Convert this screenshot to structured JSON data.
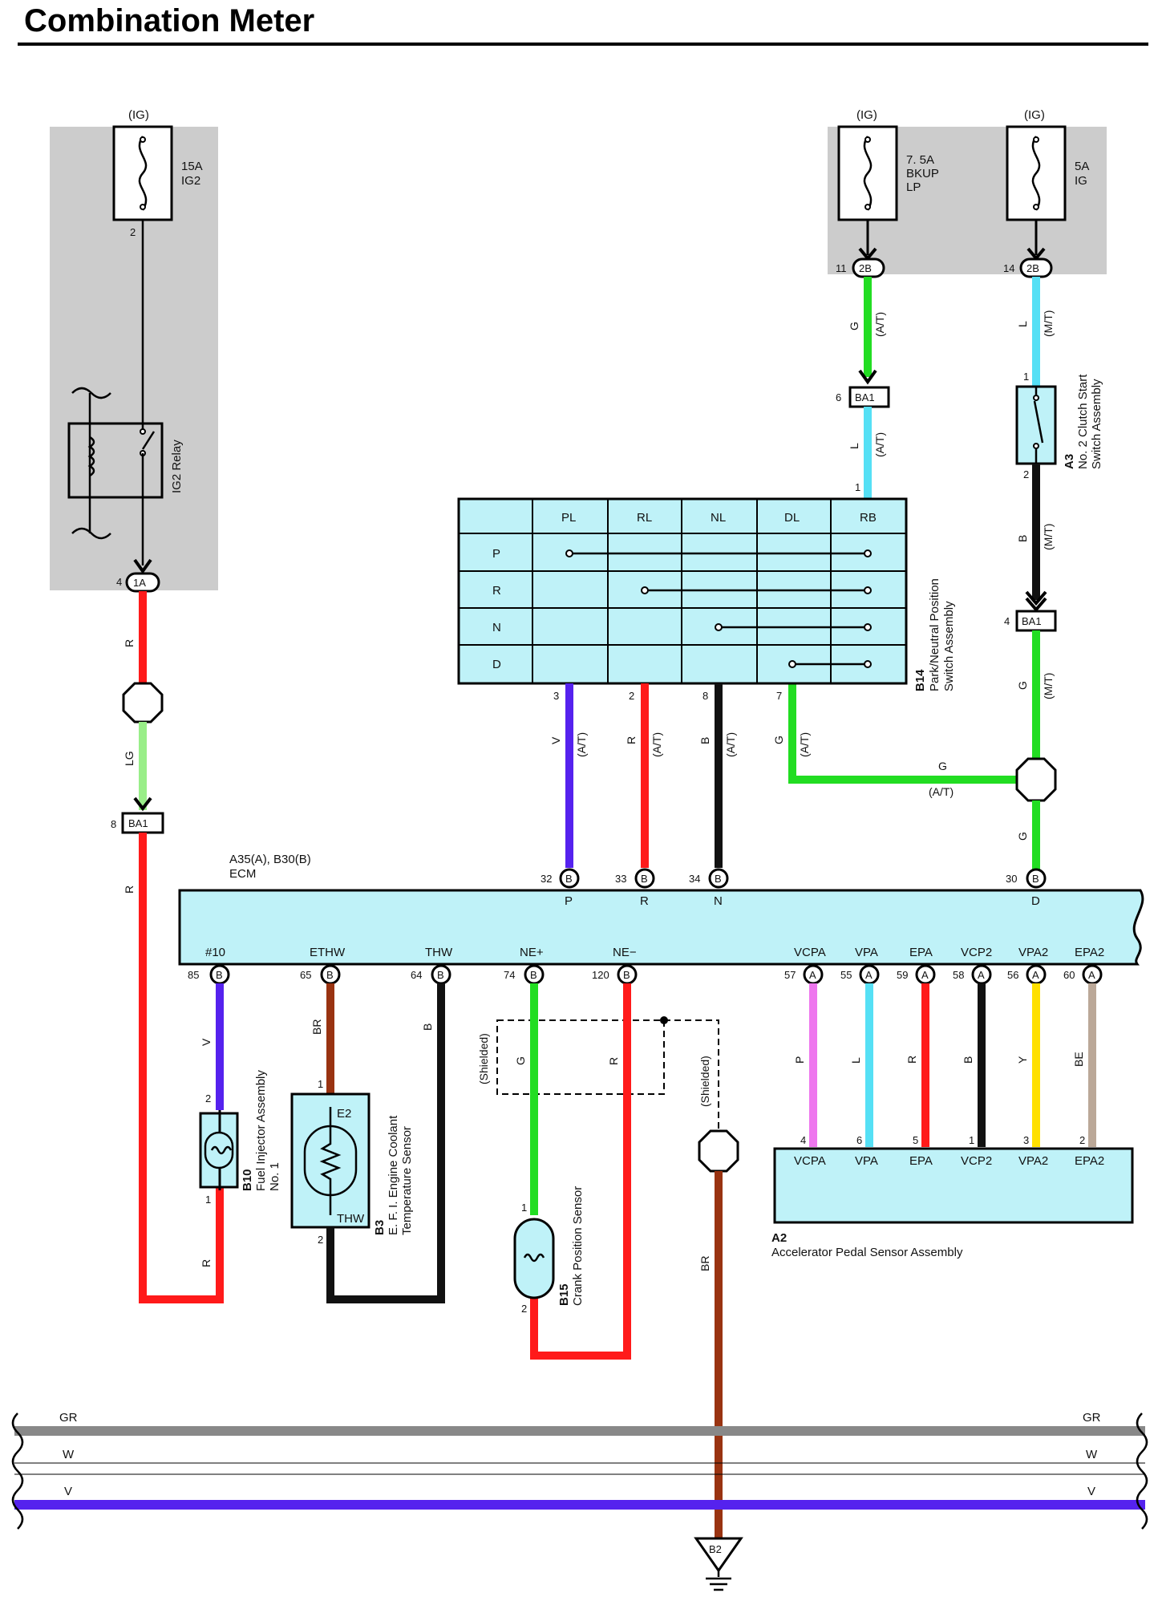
{
  "title": "Combination Meter",
  "colors": {
    "R": "#ff1a1a",
    "LG": "#99ee88",
    "G": "#22dd22",
    "L": "#55e0f5",
    "V": "#5522ee",
    "B": "#111111",
    "BR": "#993311",
    "P": "#ee77ee",
    "Y": "#ffe000",
    "BE": "#bba898",
    "GR": "#888888",
    "panel_fill": "#bff2f8",
    "shade": "#cccccc"
  },
  "fuses": {
    "ig2": {
      "source": "(IG)",
      "rating": "15A",
      "name": "IG2",
      "pin": "2"
    },
    "bkup": {
      "source": "(IG)",
      "rating": "7. 5A",
      "name1": "BKUP",
      "name2": "LP"
    },
    "ig": {
      "source": "(IG)",
      "rating": "5A",
      "name": "IG"
    }
  },
  "relay": {
    "name": "IG2 Relay"
  },
  "connectors": {
    "c1a": {
      "pin": "4",
      "code": "1A"
    },
    "c2b_left": {
      "pin": "11",
      "code": "2B"
    },
    "c2b_right": {
      "pin": "14",
      "code": "2B"
    },
    "ba1_top": {
      "pin": "6",
      "code": "BA1"
    },
    "ba1_right": {
      "pin": "4",
      "code": "BA1"
    },
    "ba1_left": {
      "pin": "8",
      "code": "BA1"
    }
  },
  "wires": {
    "top_g": "G",
    "top_g_note": "(A/T)",
    "top_l": "L",
    "top_l_note": "(A/T)",
    "right_l": "L",
    "right_l_note": "(M/T)",
    "right_b": "B",
    "right_b_note": "(M/T)",
    "right_g": "G",
    "right_g_note": "(M/T)",
    "right_g2": "G",
    "horiz_g": "G",
    "horiz_g_note": "(A/T)",
    "left_r1": "R",
    "left_lg": "LG",
    "left_r2": "R",
    "left_r3": "R",
    "nsw_v": "V",
    "nsw_v_note": "(A/T)",
    "nsw_r": "R",
    "nsw_r_note": "(A/T)",
    "nsw_b": "B",
    "nsw_b_note": "(A/T)",
    "nsw_g": "G",
    "nsw_g_note": "(A/T)",
    "inj_v": "V",
    "br_ethw": "BR",
    "b_thw": "B",
    "crank_g": "G",
    "crank_r": "R",
    "shielded": "(Shielded)",
    "gnd_br": "BR",
    "p_vcpa": "P",
    "l_vpa": "L",
    "r_epa": "R",
    "b_vcp2": "B",
    "y_vpa2": "Y",
    "be_epa2": "BE"
  },
  "clutch_switch": {
    "id": "A3",
    "name1": "No. 2 Clutch Start",
    "name2": "Switch Assembly",
    "pin_top": "1",
    "pin_bottom": "2",
    "pin_l": "1"
  },
  "nsw": {
    "id": "B14",
    "name1": "Park/Neutral Position",
    "name2": "Switch Assembly",
    "cols": [
      "PL",
      "RL",
      "NL",
      "DL",
      "RB"
    ],
    "rows": [
      "P",
      "R",
      "N",
      "D"
    ],
    "pins": [
      "3",
      "2",
      "8",
      "7"
    ]
  },
  "ecm": {
    "ids": "A35(A), B30(B)",
    "name": "ECM",
    "top_pins": [
      {
        "num": "32",
        "conn": "B",
        "label": "P"
      },
      {
        "num": "33",
        "conn": "B",
        "label": "R"
      },
      {
        "num": "34",
        "conn": "B",
        "label": "N"
      },
      {
        "num": "30",
        "conn": "B",
        "label": "D"
      }
    ],
    "bottom_pins": [
      {
        "num": "85",
        "conn": "B",
        "label": "#10"
      },
      {
        "num": "65",
        "conn": "B",
        "label": "ETHW"
      },
      {
        "num": "64",
        "conn": "B",
        "label": "THW"
      },
      {
        "num": "74",
        "conn": "B",
        "label": "NE+"
      },
      {
        "num": "120",
        "conn": "B",
        "label": "NE−"
      },
      {
        "num": "57",
        "conn": "A",
        "label": "VCPA"
      },
      {
        "num": "55",
        "conn": "A",
        "label": "VPA"
      },
      {
        "num": "59",
        "conn": "A",
        "label": "EPA"
      },
      {
        "num": "58",
        "conn": "A",
        "label": "VCP2"
      },
      {
        "num": "56",
        "conn": "A",
        "label": "VPA2"
      },
      {
        "num": "60",
        "conn": "A",
        "label": "EPA2"
      }
    ]
  },
  "injector": {
    "id": "B10",
    "name1": "Fuel Injector Assembly",
    "name2": "No. 1",
    "pin_top": "2",
    "pin_bottom": "1"
  },
  "coolant": {
    "id": "B3",
    "name1": "E. F. I. Engine Coolant",
    "name2": "Temperature Sensor",
    "e2": "E2",
    "thw": "THW",
    "pin_top": "1",
    "pin_bottom": "2"
  },
  "crank": {
    "id": "B15",
    "name": "Crank Position Sensor",
    "pin_top": "1",
    "pin_bottom": "2"
  },
  "pedal": {
    "id": "A2",
    "name": "Accelerator Pedal Sensor Assembly",
    "pins": [
      "4",
      "6",
      "5",
      "1",
      "3",
      "2"
    ],
    "labels": [
      "VCPA",
      "VPA",
      "EPA",
      "VCP2",
      "VPA2",
      "EPA2"
    ]
  },
  "ground": {
    "code": "B2"
  },
  "bus": [
    {
      "name": "GR",
      "color": "#888888"
    },
    {
      "name": "W",
      "color": "#ffffff"
    },
    {
      "name": "V",
      "color": "#5522ee"
    }
  ]
}
